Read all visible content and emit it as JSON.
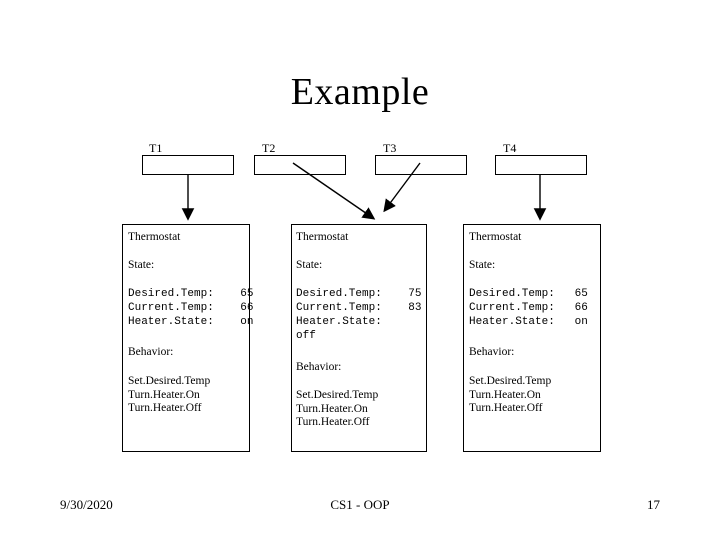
{
  "slide": {
    "title": "Example",
    "variables": [
      {
        "label": "T1"
      },
      {
        "label": "T2"
      },
      {
        "label": "T3"
      },
      {
        "label": "T4"
      }
    ],
    "objects": [
      {
        "class_name": "Thermostat",
        "state_label": "State:",
        "state_fields": "Desired.Temp:    65\nCurrent.Temp:    66\nHeater.State:    on",
        "behavior_label": "Behavior:",
        "behavior_methods": "Set.Desired.Temp\nTurn.Heater.On\nTurn.Heater.Off"
      },
      {
        "class_name": "Thermostat",
        "state_label": "State:",
        "state_fields": "Desired.Temp:    75\nCurrent.Temp:    83\nHeater.State:\noff",
        "behavior_label": "Behavior:",
        "behavior_methods": "Set.Desired.Temp\nTurn.Heater.On\nTurn.Heater.Off"
      },
      {
        "class_name": "Thermostat",
        "state_label": "State:",
        "state_fields": "Desired.Temp:   65\nCurrent.Temp:   66\nHeater.State:   on",
        "behavior_label": "Behavior:",
        "behavior_methods": "Set.Desired.Temp\nTurn.Heater.On\nTurn.Heater.Off"
      }
    ],
    "footer": {
      "date": "9/30/2020",
      "center": "CS1 - OOP",
      "page_number": "17"
    }
  }
}
